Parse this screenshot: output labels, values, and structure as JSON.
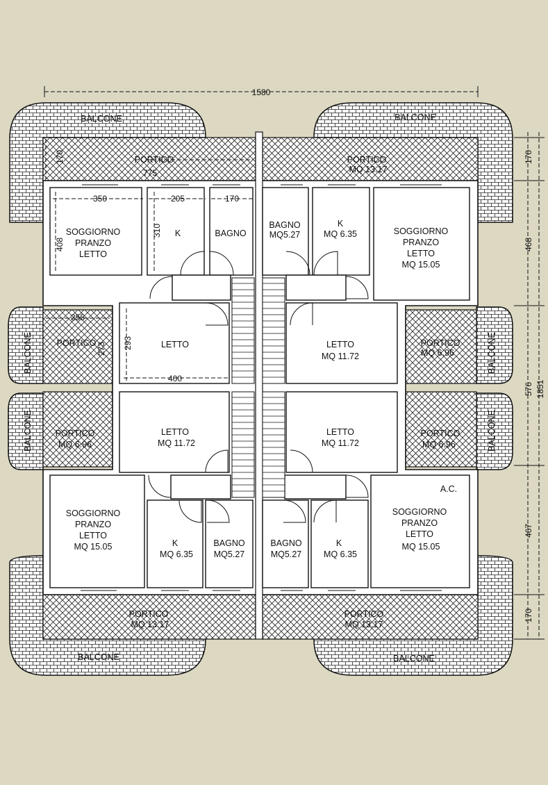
{
  "overall_width_dim": "1580",
  "overall_height_dim": "1851",
  "right_dims": {
    "d_top_170": "170",
    "d_468": "468",
    "d_576": "576",
    "d_467": "467",
    "d_bot_170": "170"
  },
  "left_dims": {
    "d_170": "170",
    "d_775": "775",
    "d_350": "350",
    "d_205": "205",
    "d_170b": "170",
    "d_310": "310",
    "d_408": "408",
    "d_255": "255",
    "d_273": "273",
    "d_293": "293",
    "d_400": "400"
  },
  "balcony_label": "BALCONE",
  "portico_label": "PORTICO",
  "portico_top_right_area": "MQ  13.17",
  "portico_side_area": "MQ  6.96",
  "portico_bottom_left_area": "MQ  13.17",
  "portico_bottom_right_area": "MQ  13.17",
  "living_lines": [
    "SOGGIORNO",
    "PRANZO",
    "LETTO"
  ],
  "living_area": "MQ  15.05",
  "kitchen_label": "K",
  "kitchen_area": "MQ  6.35",
  "bath_label": "BAGNO",
  "bath_area": "MQ5.27",
  "bedroom_label": "LETTO",
  "bedroom_area": "MQ  11.72",
  "ac_label": "A.C."
}
